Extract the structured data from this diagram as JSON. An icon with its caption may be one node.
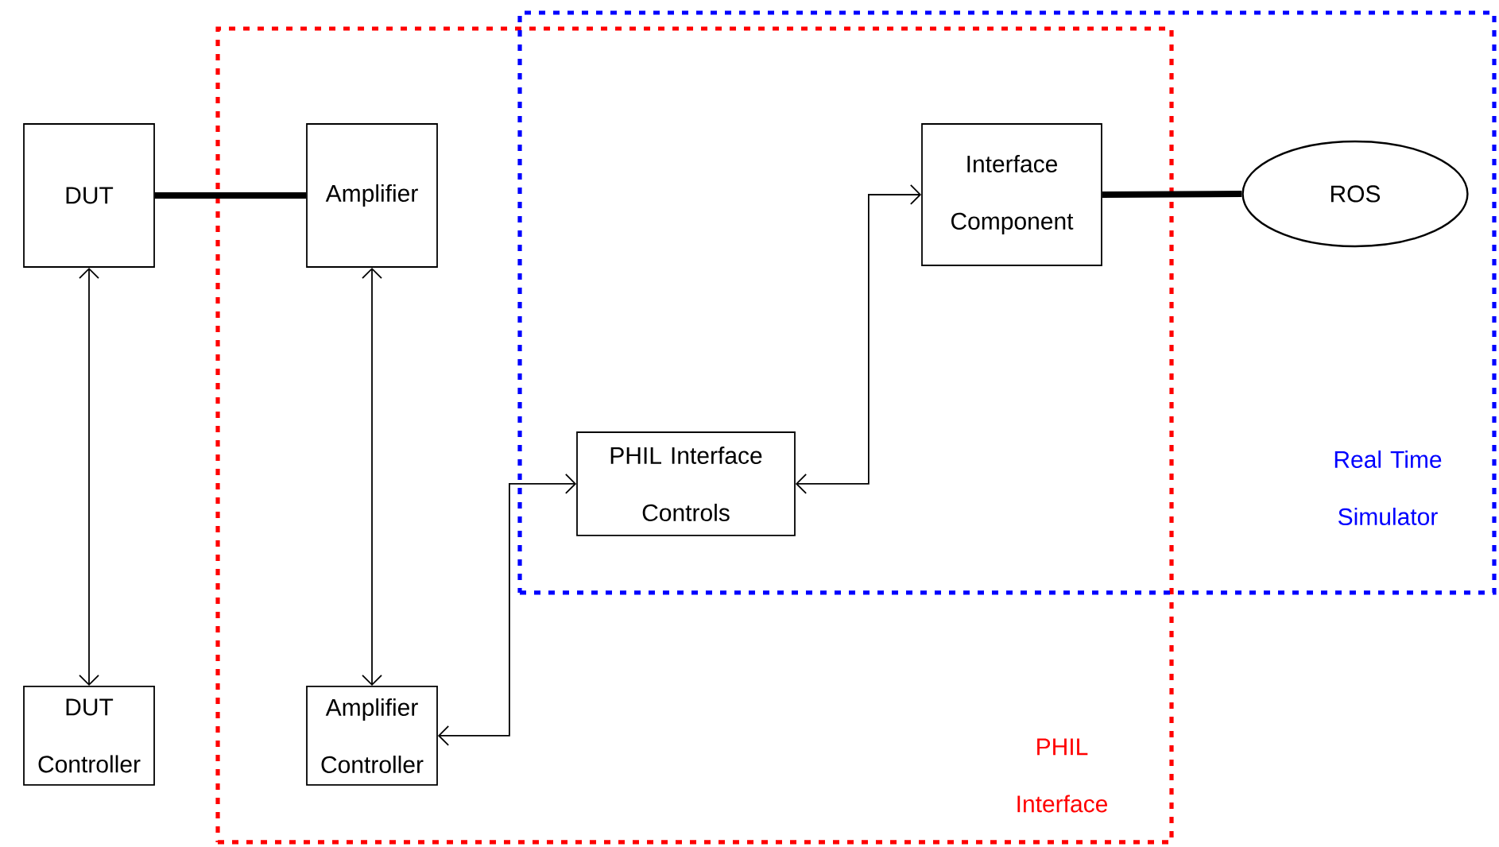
{
  "diagram": {
    "nodes": [
      {
        "text": [
          "PHIL Interface"
        ]
      },
      {
        "text": [
          "Real Time Simulator"
        ]
      },
      {
        "text": [
          "DUT"
        ]
      },
      {
        "text": [
          "Amplifier"
        ],
        "in": 0
      },
      {
        "text": [
          "Interface Component"
        ]
      },
      {
        "text": [
          "ROS"
        ],
        "in": 1
      },
      {
        "text": [
          "PHIL Interface Controls"
        ]
      },
      {
        "text": [
          "DUT Controller"
        ]
      },
      {
        "text": [
          "Amplifier Controller"
        ],
        "in": 0
      }
    ],
    "edges": [
      {
        "from": 2,
        "to": 3,
        "arrow": "none",
        "style": "thick"
      },
      {
        "from": 4,
        "to": 5,
        "arrow": "none",
        "style": "thick"
      },
      {
        "from": 2,
        "to": 7,
        "arrow": "both"
      },
      {
        "from": 3,
        "to": 8,
        "arrow": "both"
      },
      {
        "from": 8,
        "to": 6,
        "arrow": "both"
      },
      {
        "from": 6,
        "to": 4,
        "arrow": "both"
      }
    ]
  }
}
